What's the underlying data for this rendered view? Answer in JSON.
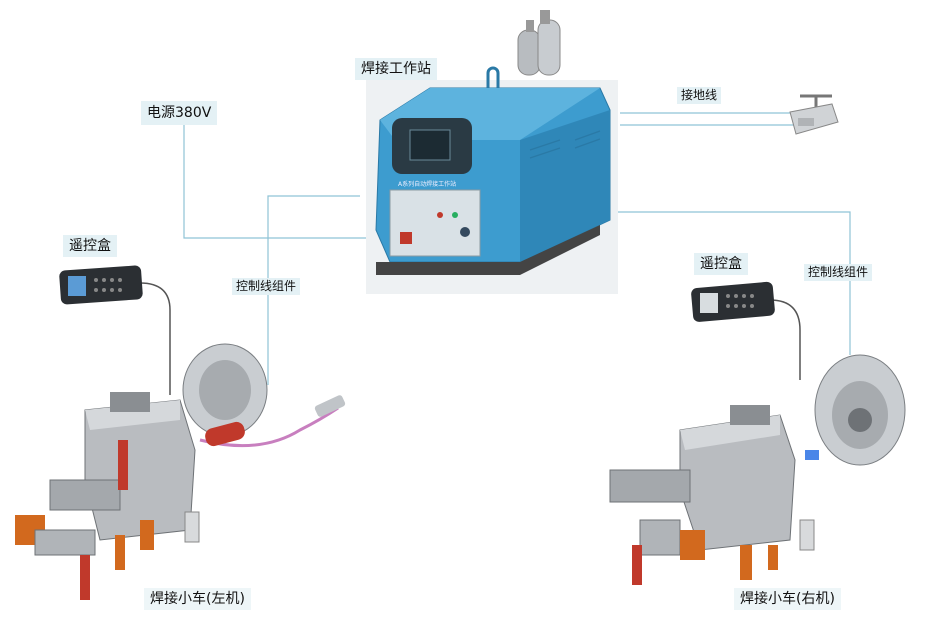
{
  "labels": {
    "workstation": "焊接工作站",
    "power": "电源380V",
    "ground": "接地线",
    "remote_left": "遥控盒",
    "remote_right": "遥控盒",
    "cable_left": "控制线组件",
    "cable_right": "控制线组件",
    "carriage_left": "焊接小车(左机)",
    "carriage_right": "焊接小车(右机)"
  },
  "workstation_panel_text": "A系列自动焊接工作站",
  "colors": {
    "cabinet": "#3d9ccf",
    "cabinet_dark": "#2a79a6",
    "line": "#8fc3d6",
    "label_bg": "#e4f1f5",
    "metal": "#b9bcc0",
    "metal_dark": "#6e7276",
    "accent_red": "#c0392b",
    "accent_orange": "#d2691e",
    "cable_pink": "#c87fbf"
  }
}
